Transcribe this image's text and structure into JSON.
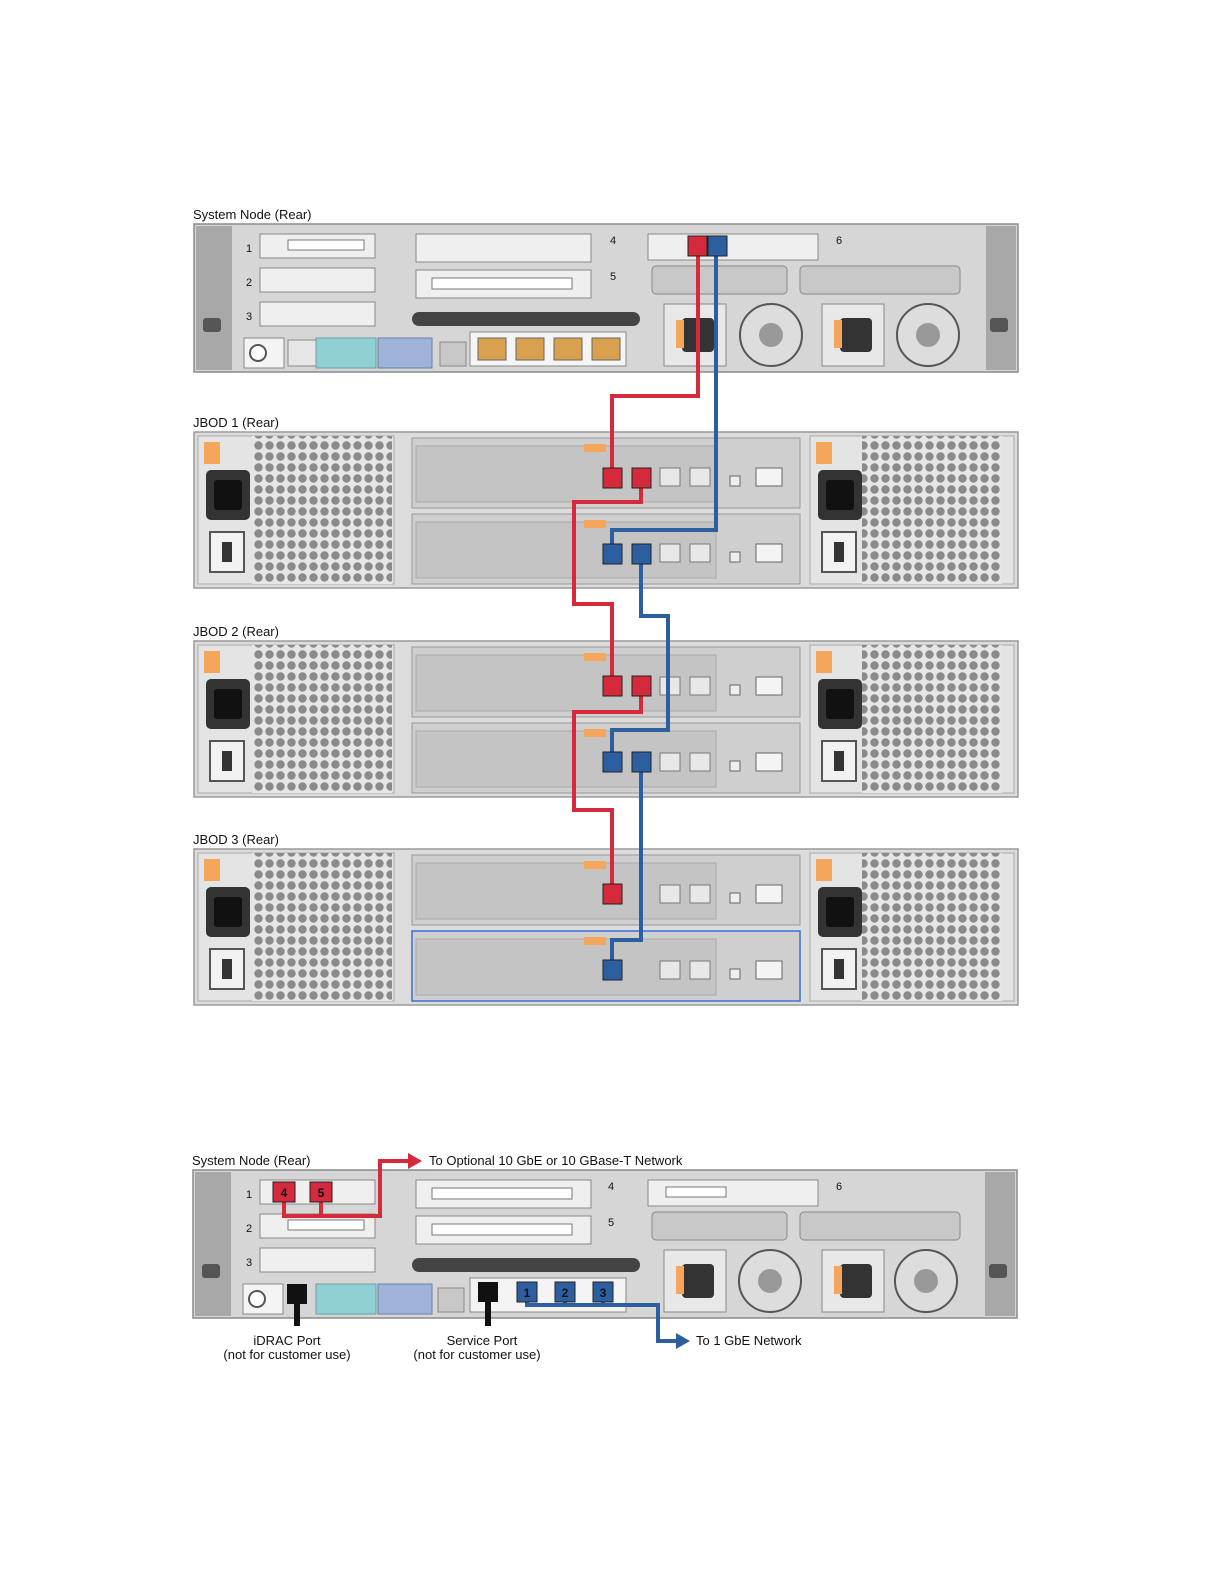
{
  "diagram1": {
    "system_node_label": "System Node (Rear)",
    "jbods": [
      {
        "label": "JBOD 1 (Rear)"
      },
      {
        "label": "JBOD 2 (Rear)"
      },
      {
        "label": "JBOD 3 (Rear)"
      }
    ]
  },
  "diagram2": {
    "system_node_label": "System Node (Rear)",
    "optional_network_label": "To Optional 10 GbE or 10 GBase-T Network",
    "gbe_network_label": "To 1 GbE Network",
    "idrac_port_label": "iDRAC Port",
    "idrac_port_note": "(not for customer use)",
    "service_port_label": "Service Port",
    "service_port_note": "(not for customer use)",
    "port_numbers_red": [
      "4",
      "5"
    ],
    "port_numbers_blue": [
      "1",
      "2",
      "3"
    ]
  },
  "slot_numbers": [
    "1",
    "2",
    "3",
    "4",
    "5",
    "6"
  ],
  "colors": {
    "sas_red": "#d42a3c",
    "sas_blue": "#2d5fa0",
    "chassis": "#dcdcdc",
    "chassis_dark": "#9a9a9a",
    "accent_orange": "#f4a65a",
    "accent_teal": "#8fd0d4"
  }
}
